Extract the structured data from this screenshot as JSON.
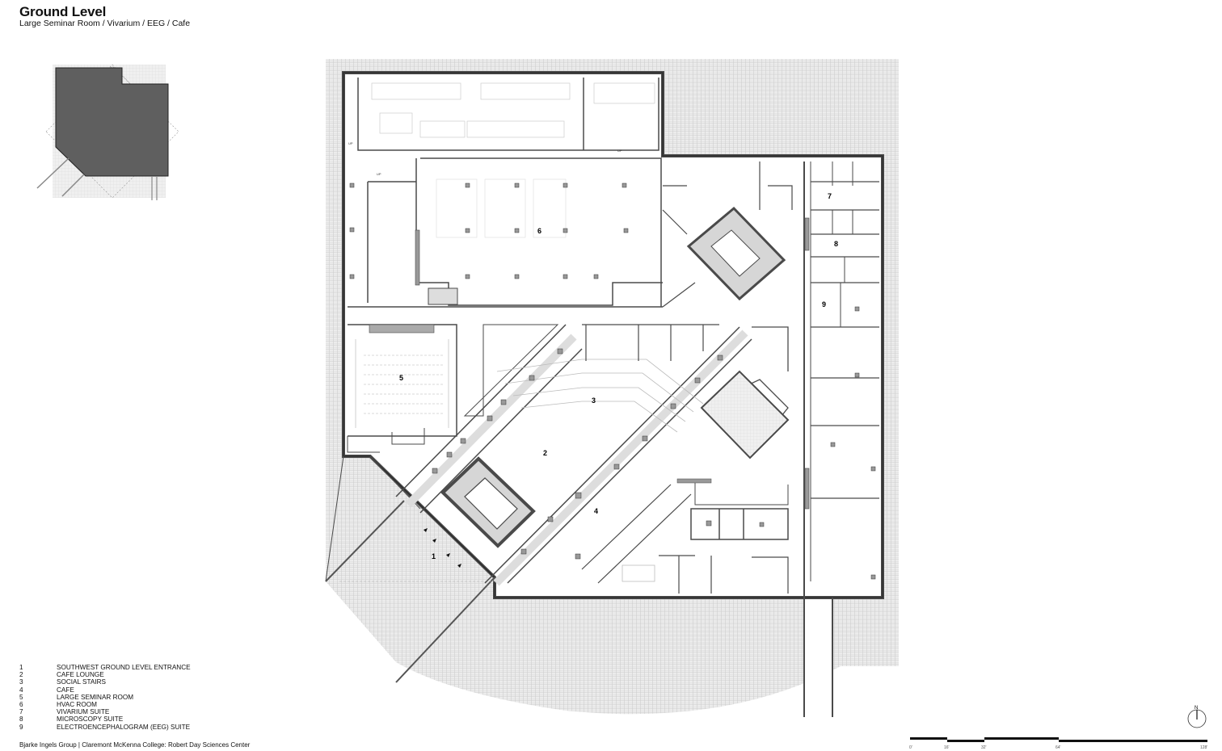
{
  "header": {
    "title": "Ground Level",
    "subtitle": "Large Seminar Room / Vivarium / EEG / Cafe"
  },
  "plan": {
    "rooms": [
      {
        "num": "1",
        "name": "SOUTHWEST GROUND LEVEL ENTRANCE"
      },
      {
        "num": "2",
        "name": "CAFE LOUNGE"
      },
      {
        "num": "3",
        "name": "SOCIAL STAIRS"
      },
      {
        "num": "4",
        "name": "CAFE"
      },
      {
        "num": "5",
        "name": "LARGE SEMINAR ROOM"
      },
      {
        "num": "6",
        "name": "HVAC ROOM"
      },
      {
        "num": "7",
        "name": "VIVARIUM SUITE"
      },
      {
        "num": "8",
        "name": "MICROSCOPY SUITE"
      },
      {
        "num": "9",
        "name": "ELECTROENCEPHALOGRAM (EEG) SUITE"
      }
    ],
    "stair_labels": [
      "UP",
      "UP",
      "UP"
    ]
  },
  "scale_bar": {
    "ticks": [
      "0'",
      "16'",
      "32'",
      "64'",
      "128'"
    ]
  },
  "north_arrow": {
    "label": "N"
  },
  "credit": "Bjarke Ingels Group | Claremont McKenna College: Robert Day Sciences Center",
  "colors": {
    "wall": "#4a4a4a",
    "key_plan_fill": "#5f5f5f",
    "hatch": "#c8c8c8",
    "core": "#d6d6d6"
  }
}
